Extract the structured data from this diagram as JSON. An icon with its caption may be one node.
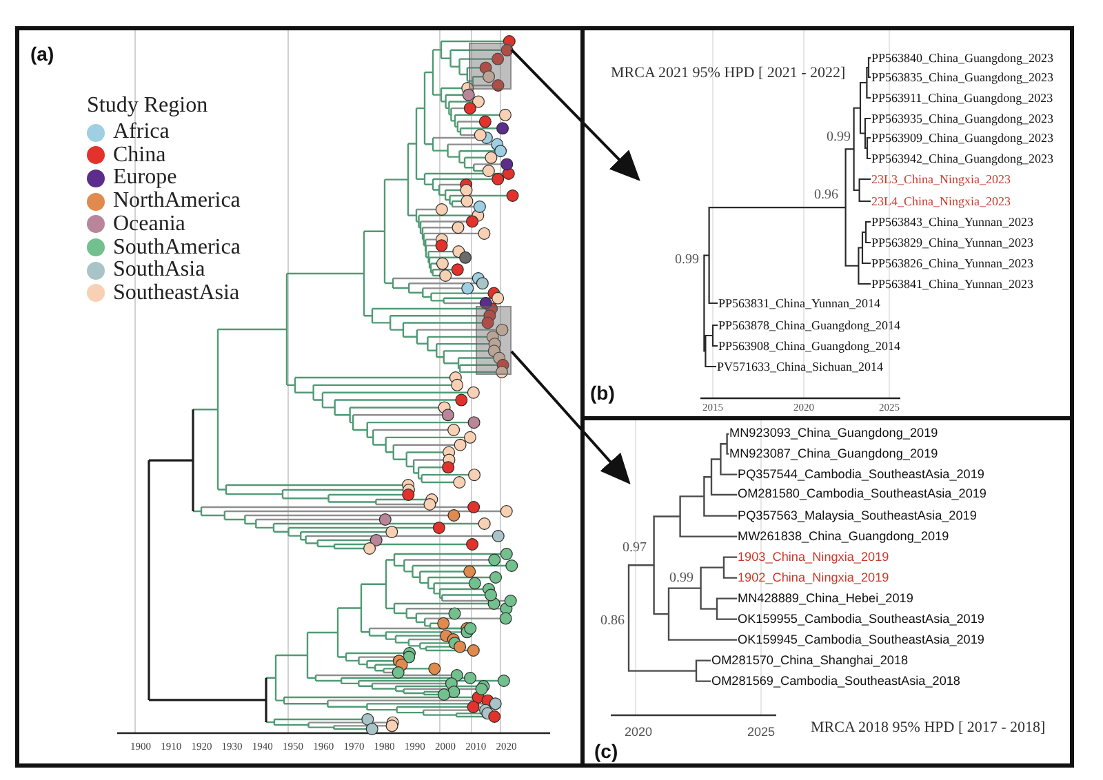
{
  "diagram": {
    "nodes": [
      {
        "text": [
          "(a)"
        ]
      },
      {
        "text": [],
        "shape": "box",
        "in": 0
      },
      {
        "text": [],
        "shape": "box",
        "in": 0
      },
      {
        "text": [
          "(b)"
        ]
      },
      {
        "text": [
          "(c)"
        ]
      }
    ],
    "edges": [
      {
        "from": 1,
        "to": 3,
        "arrow": "to"
      },
      {
        "from": 2,
        "to": 4,
        "arrow": "to"
      }
    ],
    "labels": [
      "Study Region",
      "1900",
      "1910",
      "1920",
      "1930",
      "1940",
      "1950",
      "1960",
      "1970",
      "1980",
      "1990",
      "2000",
      "2010",
      "2020",
      "MRCA 2021 95% HPD [ 2021 - 2022]",
      "PP563840_China_Guangdong_2023",
      "PP563835_China_Guangdong_2023",
      "PP563911_China_Guangdong_2023",
      "PP563935_China_Guangdong_2023",
      "PP563909_China_Guangdong_2023",
      "PP563942_China_Guangdong_2023",
      "23L3_China_Ningxia_2023",
      "23L4_China_Ningxia_2023",
      "PP563843_China_Yunnan_2023",
      "PP563829_China_Yunnan_2023",
      "PP563826_China_Yunnan_2023",
      "PP563841_China_Yunnan_2023",
      "PP563831_China_Yunnan_2014",
      "PP563878_China_Guangdong_2014",
      "PP563908_China_Guangdong_2014",
      "PV571633_China_Sichuan_2014",
      "0.99",
      "0.96",
      "0.99",
      "2015",
      "2020",
      "2025",
      "MN923093_China_Guangdong_2019",
      "MN923087_China_Guangdong_2019",
      "PQ357544_Cambodia_SoutheastAsia_2019",
      "OM281580_Cambodia_SoutheastAsia_2019",
      "PQ357563_Malaysia_SoutheastAsia_2019",
      "MW261838_China_Guangdong_2019",
      "1903_China_Ningxia_2019",
      "1902_China_Ningxia_2019",
      "MN428889_China_Hebei_2019",
      "OK159955_Cambodia_SoutheastAsia_2019",
      "OK159945_Cambodia_SoutheastAsia_2019",
      "OM281570_China_Shanghai_2018",
      "OM281569_Cambodia_SoutheastAsia_2018",
      "0.97",
      "0.99",
      "0.86",
      "2020",
      "2025",
      "MRCA 2018 95% HPD [ 2017 - 2018]"
    ],
    "legend": [
      {
        "text": "Africa",
        "color": "#9fcfe2"
      },
      {
        "text": "China",
        "color": "#e3322b"
      },
      {
        "text": "Europe",
        "color": "#5c2d8a"
      },
      {
        "text": "NorthAmerica",
        "color": "#e08a4e"
      },
      {
        "text": "Oceania",
        "color": "#b98599"
      },
      {
        "text": "SouthAmerica",
        "color": "#72c08e"
      },
      {
        "text": "SouthAsia",
        "color": "#a9c4c6"
      },
      {
        "text": "SoutheastAsia",
        "color": "#f8d0b4"
      }
    ]
  }
}
